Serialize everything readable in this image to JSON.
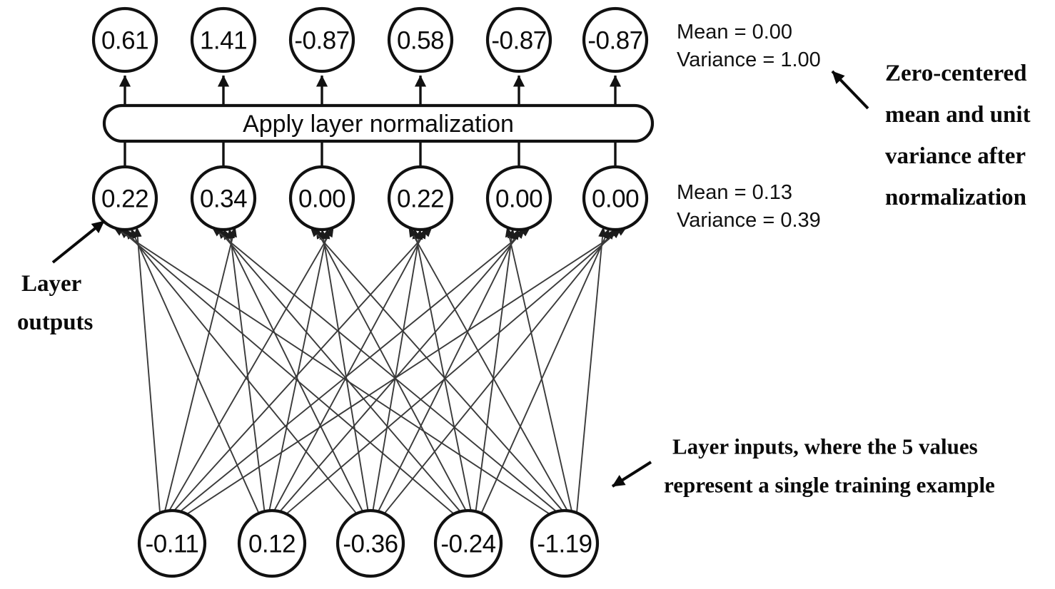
{
  "diagram": {
    "title": "Layer normalization diagram",
    "colors": {
      "background": "#ffffff",
      "node_stroke": "#111111",
      "edge_stroke": "#3a3a3a",
      "text": "#0b0b0b"
    },
    "process_box": {
      "label": "Apply layer normalization"
    },
    "layers": {
      "normalized_outputs": {
        "name": "normalized-outputs-row",
        "values": [
          "0.61",
          "1.41",
          "-0.87",
          "0.58",
          "-0.87",
          "-0.87"
        ],
        "stats": {
          "mean": "Mean = 0.00",
          "variance": "Variance = 1.00"
        }
      },
      "layer_outputs": {
        "name": "layer-outputs-row",
        "values": [
          "0.22",
          "0.34",
          "0.00",
          "0.22",
          "0.00",
          "0.00"
        ],
        "stats": {
          "mean": "Mean = 0.13",
          "variance": "Variance = 0.39"
        }
      },
      "layer_inputs": {
        "name": "layer-inputs-row",
        "values": [
          "-0.11",
          "0.12",
          "-0.36",
          "-0.24",
          "-1.19"
        ]
      }
    },
    "callouts": {
      "layer_outputs": {
        "lines": [
          "Layer",
          "outputs"
        ]
      },
      "normalization": {
        "lines": [
          "Zero-centered",
          "mean and unit",
          "variance after",
          "normalization"
        ]
      },
      "layer_inputs": {
        "lines": [
          "Layer inputs, where the 5 values",
          "represent a single training example"
        ]
      }
    }
  }
}
